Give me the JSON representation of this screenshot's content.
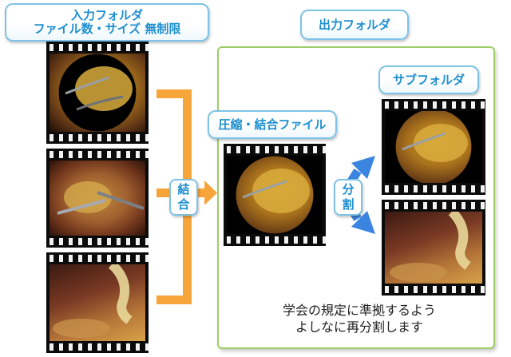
{
  "input_label": {
    "line1": "入力フォルダ",
    "line2": "ファイル数・サイズ 無制限"
  },
  "output_label": "出力フォルダ",
  "compressed_label": "圧縮・結合ファイル",
  "subfolder_label": "サブフォルダ",
  "merge_label": {
    "char1": "結",
    "char2": "合"
  },
  "split_label": {
    "char1": "分",
    "char2": "割"
  },
  "note": {
    "line1": "学会の規定に準拠するよう",
    "line2": "よしなに再分割します"
  },
  "colors": {
    "accent_blue": "#1e8fd0",
    "label_border": "#7ec3e6",
    "merge_orange": "#f7a53a",
    "split_blue": "#3b84e0",
    "panel_green": "#9dcd67"
  },
  "icons": {
    "film": "film-strip-icon",
    "merge_arrow": "arrow-right-icon",
    "split_arrow": "split-arrow-icon"
  }
}
